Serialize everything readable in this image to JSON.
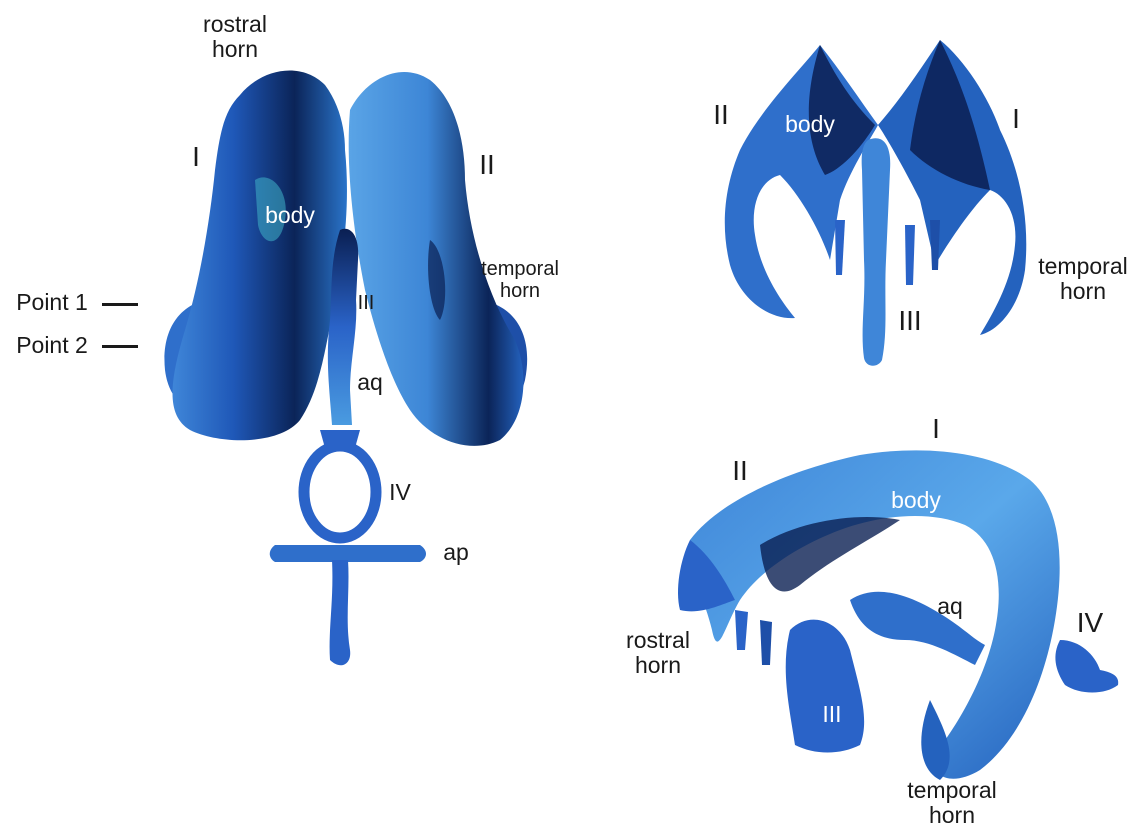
{
  "figure": {
    "view_front": {
      "rostral_horn": "rostral\nhorn",
      "ventricle_I": "I",
      "ventricle_II": "II",
      "body": "body",
      "temporal_horn": "temporal\nhorn",
      "point_1": "Point 1",
      "point_2": "Point 2",
      "ventricle_III": "III",
      "aqueduct": "aq",
      "ventricle_IV": "IV",
      "ap": "ap"
    },
    "view_top_right": {
      "ventricle_II": "II",
      "body": "body",
      "ventricle_I": "I",
      "temporal_horn": "temporal\nhorn",
      "ventricle_III": "III"
    },
    "view_bottom_right": {
      "ventricle_I": "I",
      "ventricle_II": "II",
      "body": "body",
      "aqueduct": "aq",
      "ventricle_IV": "IV",
      "rostral_horn": "rostral\nhorn",
      "ventricle_III": "III",
      "temporal_horn": "temporal\nhorn"
    },
    "colors": {
      "mesh_light": "#4a9be0",
      "mesh_mid": "#2a63c8",
      "mesh_dark": "#0a1f52",
      "mesh_teal": "#3fb3c8",
      "label": "#1a1a1a"
    }
  }
}
